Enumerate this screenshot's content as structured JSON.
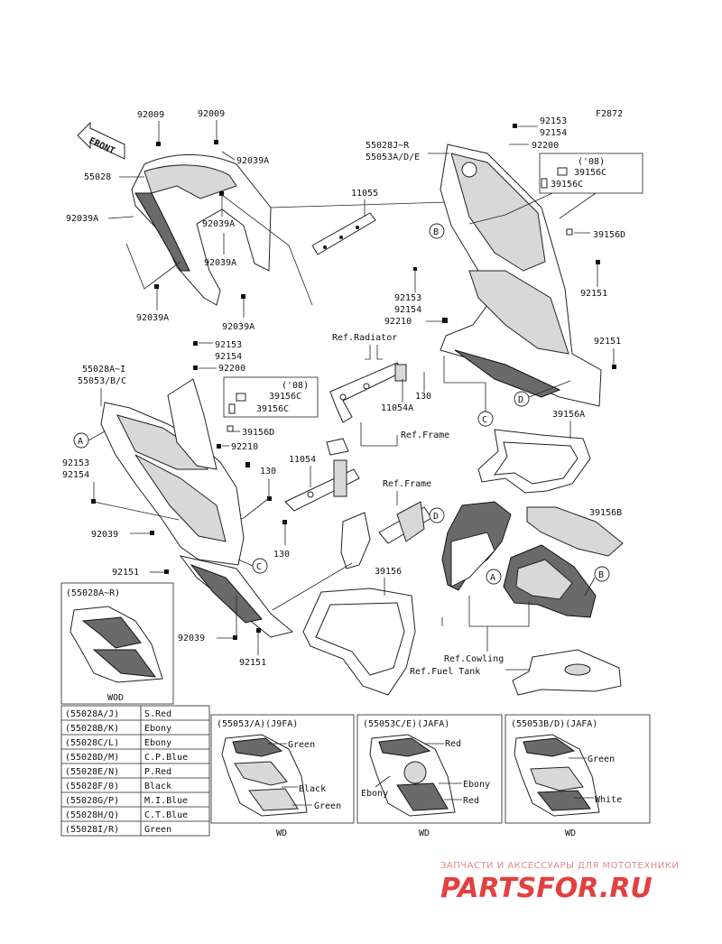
{
  "diagram_id": "F2872",
  "front_label": "FRONT",
  "refs": {
    "radiator": "Ref.Radiator",
    "frame_upper": "Ref.Frame",
    "frame_lower": "Ref.Frame",
    "cowling": "Ref.Cowling",
    "fuel_tank": "Ref.Fuel Tank"
  },
  "callouts": {
    "a": "A",
    "b": "B",
    "c": "C",
    "d": "D"
  },
  "parts": {
    "p92009_left": "92009",
    "p92009_right": "92009",
    "p55028": "55028",
    "p92039A_1": "92039A",
    "p92039A_2": "92039A",
    "p92039A_3": "92039A",
    "p92039A_4": "92039A",
    "p92039A_5": "92039A",
    "p92039A_6": "92039A",
    "p11055": "11055",
    "p55028J_R": "55028J~R",
    "p55053ADE": "55053A/D/E",
    "p92153_tr": "92153",
    "p92154_tr": "92154",
    "p92200_tr": "92200",
    "p08_right": "('08)",
    "p39156C_r": "39156C",
    "p39156C_r2": "39156C",
    "p39156D_r": "39156D",
    "p92151_r1": "92151",
    "p92153_m": "92153",
    "p92154_m": "92154",
    "p92210_m": "92210",
    "p92151_r2": "92151",
    "p92153_l": "92153",
    "p92154_l": "92154",
    "p92200_l": "92200",
    "p55028A_I": "55028A~I",
    "p55053BC": "55053/B/C",
    "p08_left": "('08)",
    "p39156C_l": "39156C",
    "p39156C_l2": "39156C",
    "p39156D_l": "39156D",
    "p92210_l": "92210",
    "p92153_l2": "92153",
    "p92154_l2": "92154",
    "p130_a": "130",
    "p130_b": "130",
    "p130_c": "130",
    "p11054A": "11054A",
    "p11054": "11054",
    "p92039_a": "92039",
    "p92039_b": "92039",
    "p92151_l": "92151",
    "p92151_b": "92151",
    "p39156A": "39156A",
    "p39156B": "39156B",
    "p39156": "39156"
  },
  "inset_left": {
    "title": "(55028A~R)",
    "caption": "WOD"
  },
  "color_table": [
    {
      "code": "(55028A/J)",
      "color": "S.Red"
    },
    {
      "code": "(55028B/K)",
      "color": "Ebony"
    },
    {
      "code": "(55028C/L)",
      "color": "Ebony"
    },
    {
      "code": "(55028D/M)",
      "color": "C.P.Blue"
    },
    {
      "code": "(55028E/N)",
      "color": "P.Red"
    },
    {
      "code": "(55028F/0)",
      "color": "Black"
    },
    {
      "code": "(55028G/P)",
      "color": "M.I.Blue"
    },
    {
      "code": "(55028H/Q)",
      "color": "C.T.Blue"
    },
    {
      "code": "(55028I/R)",
      "color": "Green"
    }
  ],
  "variant_boxes": [
    {
      "title": "(55053/A)(J9FA)",
      "caption": "WD",
      "labels": [
        "Green",
        "Black",
        "Green"
      ]
    },
    {
      "title": "(55053C/E)(JAFA)",
      "caption": "WD",
      "labels": [
        "Red",
        "Ebony",
        "Ebony",
        "Red"
      ]
    },
    {
      "title": "(55053B/D)(JAFA)",
      "caption": "WD",
      "labels": [
        "Green",
        "White"
      ]
    }
  ],
  "watermark": {
    "tagline": "ЗАПЧАСТИ И АКСЕССУАРЫ ДЛЯ МОТОТЕХНИКИ",
    "logo": "PARTSFOR.RU"
  },
  "colors": {
    "line": "#222222",
    "shade": "#d8d8d8",
    "dark": "#6a6a6a",
    "watermark": "#e34040"
  }
}
